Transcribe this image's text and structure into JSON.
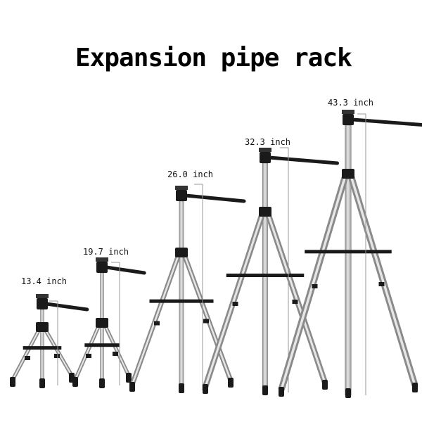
{
  "title": "Expansion pipe rack",
  "tripods": [
    {
      "label": "13.4 inch"
    },
    {
      "label": "19.7 inch"
    },
    {
      "label": "26.0 inch"
    },
    {
      "label": "32.3 inch"
    },
    {
      "label": "43.3 inch"
    }
  ],
  "colors": {
    "background": "#ffffff",
    "metal": "#c9c9c9",
    "plastic": "#1a1a1a"
  }
}
